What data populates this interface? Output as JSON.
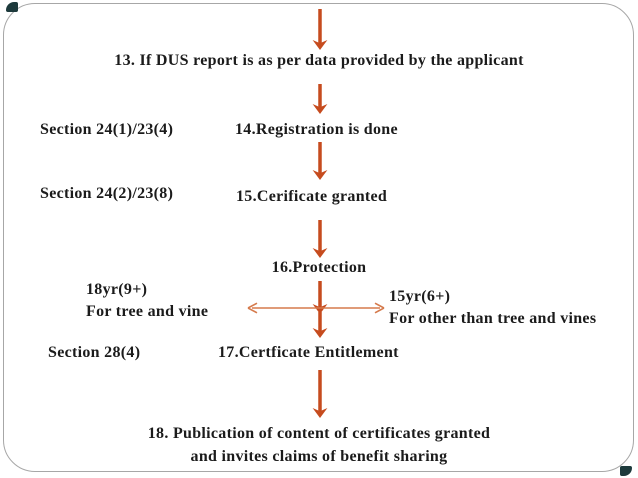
{
  "slide": {
    "background": "#ffffff",
    "border_color": "#a7a7a7",
    "corner_accent_color": "#1d3a3c",
    "arrow_color": "#c64b1e",
    "h_arrow_color": "#d57a4c",
    "text_color": "#1b1b1b"
  },
  "flow": {
    "step13": "13. If DUS report is as per data provided by the applicant",
    "step14": "14.Registration is done",
    "step15": "15.Cerificate granted",
    "step16": "16.Protection",
    "step17": "17.Certficate Entitlement",
    "step18_line1": "18. Publication of content of certificates granted",
    "step18_line2": "and invites claims of benefit sharing"
  },
  "side_labels": {
    "section_24_1": "Section 24(1)/23(4)",
    "section_24_2": "Section 24(2)/23(8)",
    "section_28": "Section 28(4)",
    "left_duration_line1": "18yr(9+)",
    "left_duration_line2": "For tree and vine",
    "right_duration_line1": "15yr(6+)",
    "right_duration_line2": "For other than tree and vines"
  }
}
